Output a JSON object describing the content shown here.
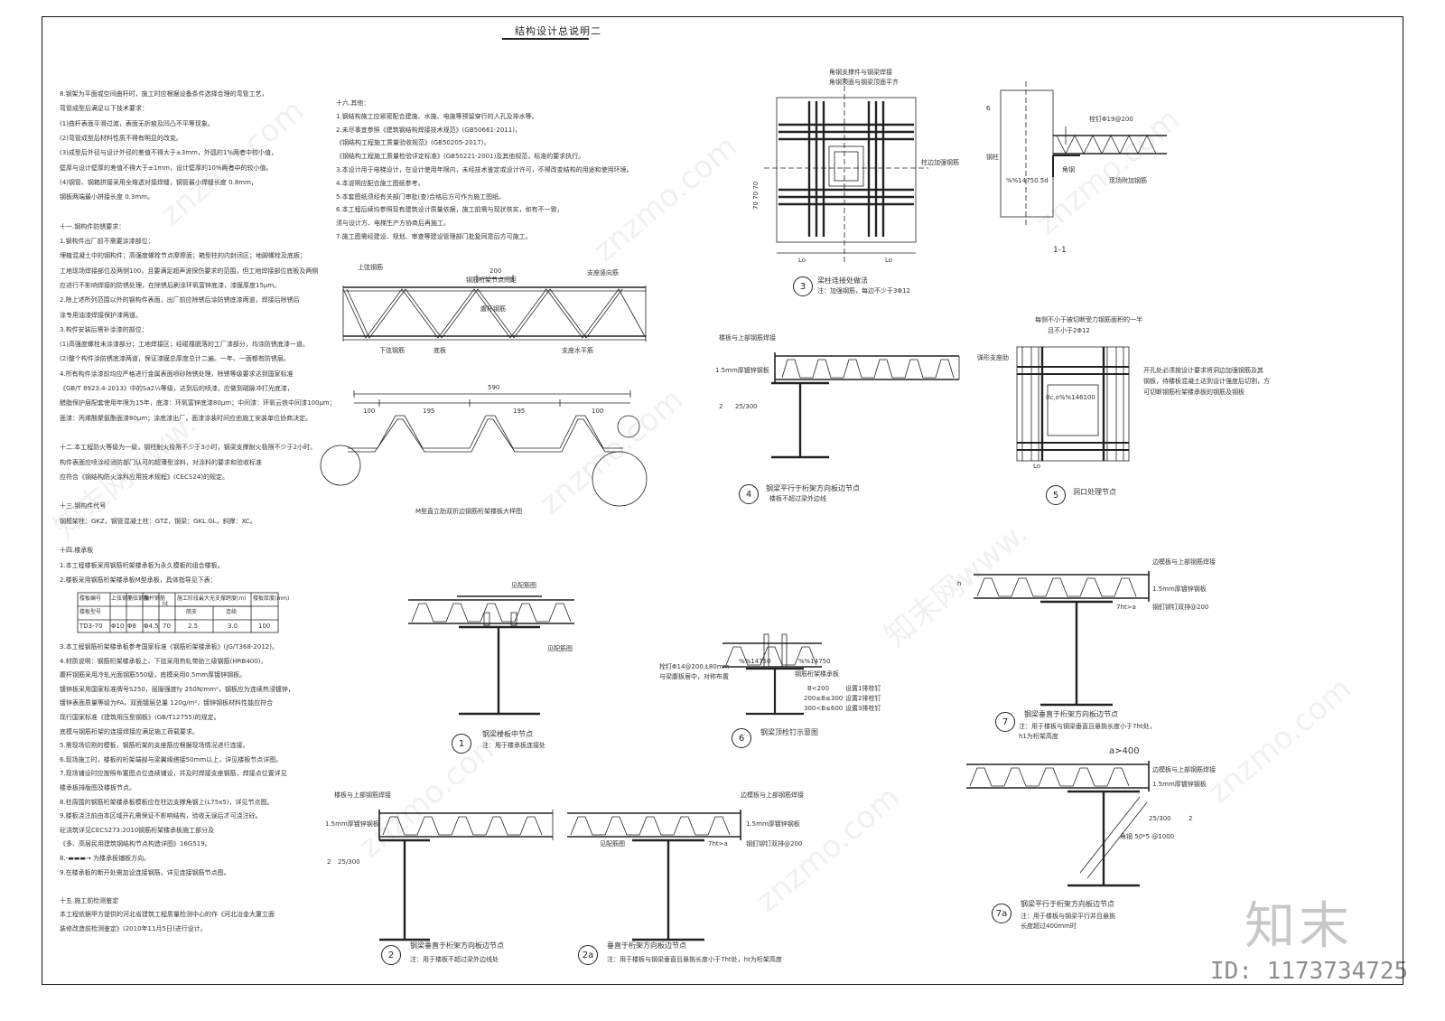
{
  "sheet": {
    "title": "结构设计总说明二",
    "brand": "知末",
    "id_label": "ID: 1173734725"
  },
  "col1": [
    "8.钢架为平面或空间曲杆时，施工时应根据设备条件选择合理的弯管工艺，",
    "弯管成型后满足以下技术要求：",
    "(1)曲杆表面平滑过渡，表面无折痕及凹凸不平等现象。",
    "(2)弯管成型后材料性质不得有明显的改变。",
    "(3)成型后外径与设计外径的差值不得大于±3mm，外弧的1%两者中较小值，",
    "    壁厚与设计壁厚的差值不得大于±1mm，设计壁厚的10%两者中的较小值。",
    "(4)钢管、钢箱拼接采用全熔透对接焊缝，钢管最小焊缝长度 0.8mm，",
    "钢板两端最小拼接长度 0.3mm。",
    "",
    "十一.钢构件防锈要求：",
    "1.钢构件出厂前不需要涂漆部位：",
    "埋植混凝土中的钢构件；高强度螺栓节点摩擦面；箱型柱的内封闭区；地脚螺栓及底板；",
    "工地现场焊接部位及两侧100，且要满足超声波探伤要求的范围，但工地焊接部位底板及两侧",
    "应进行不影响焊接的防锈处理，在除锈后刷涂环氧富锌底漆，漆膜厚度15μm。",
    "2.除上述所列范围以外的钢构件表面，出厂前应除锈后涂防锈底漆两道，焊接后除锈后",
    "涂专用油漆焊接保护漆两道。",
    "3.构件安装后需补涂漆的部位：",
    "(1)高强度螺栓未涂漆部分；工地焊接区；经碰撞脱落的工厂漆部分，均涂防锈底漆一道。",
    "(2)整个构件涂防锈底漆两道，保证漆膜总厚度总计二遍。一年、一面都有防锈层。",
    "4.所有构件涂漆前均应严格进行金属表面喷砂除锈处理，除锈等级要求达到国家标准",
    "《GB/T 8923.4-2013》中的Sa2½等级，达到后的喷漆，应做到磁脉冲打光底漆，",
    "醋脂保护层配套使用年限为15年，底漆：环氧富锌底漆80μm；中间漆：环氧云铁中间漆100μm；",
    "面漆：丙烯酸聚氨酯面漆80μm；涂底漆出厂，面漆涂装时间应由施工安装单位协商决定。",
    "",
    "十二.本工程防火等级为一级，钢柱耐火极限不少于3小时，钢梁支撑耐火极限不少于2小时，",
    "构件表面应喷涂经消防部门认可的超薄型涂料，对涂料的要求和验收标准",
    "应符合《钢结构防火涂料应用技术规程》(CECS24)的规定。",
    "",
    "十三.钢构件代号",
    "钢框架柱：GKZ，钢管混凝土柱：GTZ，钢梁：GKL.GL，斜撑：XC。",
    "",
    "十四.楼承板",
    "1.本工程楼板采用钢筋桁架楼承板为永久模板的组合楼板。",
    "2.楼板采用钢筋桁架楼承板M型承板，具体指导见下表："
  ],
  "col1b": [
    "3.本工程钢筋桁架楼承板参考国家标准《钢筋桁架楼承板》(JG/T368-2012)。",
    "4.材质说明：钢筋桁架楼承板上、下弦采用热轧带肋三级钢筋(HRB400)，",
    "  腹杆钢筋采用冷轧光面钢筋550级，底模采用0.5mm厚镀锌钢板。",
    "  镀锌板采用国家标准牌号S250，屈服强度fy 250N/mm²，钢板应为连续热浸镀锌，",
    "  镀锌表面质量等级为FA，双面镀层总量 120g/m²，镀锌钢板材料性能应符合",
    "  现行国家标准《建筑用压型钢板》(GB/T12755)的规定。",
    "  底模与钢筋桁架的连接焊接应满足施工荷载要求。",
    "5.需现场切割的模板，钢筋桁架的支座筋应根据现场情况进行连接。",
    "6.现场施工时，楼板的桁架端部与梁翼缘搭接50mm以上，详见楼板节点详图。",
    "7.现场铺设时应按照布置图点位连续铺设，并及时焊接支座钢筋，焊接点位置详见",
    "  楼承板排版图及楼板节点。",
    "8.柱周围的钢筋桁架楼承板模板应在柱边支撑角钢上(L75x5)，详见节点图。",
    "9.楼板浇注前由本区域开孔需保证不影响结构，验收无误后才可浇注砼。",
    "  砼浇筑详见CECS273:2010钢筋桁架楼承板施工部分及",
    "  《多、高层民用建筑钢结构节点构造详图》16G519。",
    "8.-▬▬▬→  为楼承板铺板方向。",
    "9.在楼承板的断开处需加设连接钢筋，详见连接钢筋节点图。",
    "",
    "十五.施工前检测鉴定",
    "  本工程依据甲方提供的河北省建筑工程质量检测中心的作《河北冶金大厦立面",
    "  装修改造前检测鉴定》(2010年11月5日)进行设计。"
  ],
  "deck_table": {
    "head1": [
      "楼板编号",
      "上弦钢筋",
      "下弦钢筋",
      "腹杆钢筋",
      "ht",
      "施工阶段最大无支撑跨度(m)",
      "",
      "楼板厚度(mm)"
    ],
    "head2": [
      "楼板型号",
      "",
      "",
      "",
      "",
      "简支",
      "连续",
      ""
    ],
    "row": [
      "TD3-70",
      "Φ10",
      "Φ8",
      "Φ4.5",
      "70",
      "2.5",
      "3.0",
      "100"
    ]
  },
  "col2": [
    "十六.其他：",
    "1.钢结构施工应紧密配合建施、水施、电施等预留穿行的人孔及排水等。",
    "2.未尽事宜参照《建筑钢结构焊接技术规范》(GB50661-2011)，",
    "  《钢结构工程施工质量验收规范》(GB50205-2017)，",
    "  《钢结构工程施工质量检验评定标准》(GB50221-2001)及其他规范，标准的要求执行。",
    "3.本设计用于电梯设计，在设计使用年限内，未经技术鉴定或设计许可，不得改变结构的用途和使用环境。",
    "4.本说明应配合施工图纸参考。",
    "5.本套图纸须经有关部门审批(查)合格后方可作为施工图纸。",
    "6.本工程后续均参照现有建筑设计质量依据，施工前需与现状核实，如有不一致，",
    "  须与设计方、电梯生产方协商后再施工。",
    "7.施工图需经建设、规划、审查等建设管理部门批复同意后方可施工。"
  ],
  "truss": {
    "top_bar": "上弦钢筋",
    "spacing": "200",
    "node_note": "钢筋桁架节点间距",
    "seat_bar": "支座竖向筋",
    "web_bar": "腹杆钢筋",
    "bottom_bar": "下弦钢筋",
    "flute": "底板",
    "seat_h": "支座水平筋",
    "total_w": "590",
    "dims": [
      "100",
      "195",
      "195",
      "100"
    ],
    "caption": "M型直立肋双折边钢筋桁架楼板大样图"
  },
  "d3": {
    "n": "3",
    "top1": "角钢支撑件与钢梁焊接",
    "top2": "角钢顶面与钢梁顶面平齐",
    "side": "柱边加强钢筋",
    "lo1": "Lo",
    "lo2": "Lo",
    "dims": "70 70 70",
    "title": "梁柱连接处做法",
    "note": "注：加强钢筋，每边不少于3Φ12"
  },
  "d11": {
    "n": "1-1",
    "six": "6",
    "stud": "栓钉Φ19@200",
    "col": "钢柱",
    "ang": "角钢",
    "add": "现场附加钢筋",
    "pct": "%%14750.5d"
  },
  "d4": {
    "n": "4",
    "top": "楼板与上部钢筋焊接",
    "plate": "1.5mm厚镀锌钢板",
    "weld": "2",
    "weld2": "25/300",
    "title": "钢梁平行于桁架方向板边节点",
    "note": "楼板不超过梁外边线"
  },
  "d5": {
    "n": "5",
    "t1": "每侧不小于被切断受力钢筋面积的一半",
    "t2": "且不小于2Φ12",
    "left": "弹形支座肋",
    "mid": "0c,o%%146100",
    "r1": "开孔处必须按设计要求将洞边加强钢筋及其",
    "r2": "钢板，待楼板混凝土达到设计强度后切割，方",
    "r3": "可切断钢筋桁架楼承板的钢筋及钢板",
    "lo": "Lo",
    "title": "洞口处理节点"
  },
  "d1": {
    "n": "1",
    "tag1": "见配筋图",
    "tag2": "见配筋图",
    "title": "钢梁楼板中节点",
    "note": "注：用于楼承板连接处"
  },
  "d6": {
    "n": "6",
    "stud": "栓钉Φ14@200,Ł80mm",
    "stud2": "与梁腹板居中，对称布置",
    "p1": "%%14750",
    "p2": "%%14750",
    "deck": "钢筋桁架楼承板",
    "b1": "B<200",
    "b1v": "设置1排栓钉",
    "b2": "200≤B≤300",
    "b2v": "设置2排栓钉",
    "b3": "300<B≤600",
    "b3v": "设置3排栓钉",
    "title": "钢梁顶栓钉示意图"
  },
  "d7": {
    "n": "7",
    "top": "边模板与上部钢筋焊接",
    "plate": "1.5mm厚镀锌钢板",
    "h": "h",
    "dim": "7ht>a",
    "nail": "钢釘铆钉双排@200",
    "title": "钢梁垂直于桁架方向板边节点",
    "note": "注：用于楼板与钢梁垂直且悬挑长度小于7ht处，",
    "note2": "h1为桁架高度"
  },
  "d7a": {
    "n": "7a",
    "dim": "a>400",
    "top": "边模板与上部钢筋焊接",
    "plate": "1.5mm厚镀锌钢板",
    "weld": "25/300",
    "weld2": "2",
    "ang": "角钢 50*5 @1000",
    "title": "钢梁平行于桁架方向板边节点",
    "note": "注：用于楼板与钢梁平行并且悬挑",
    "note2": "长度超过400mm时"
  },
  "d2": {
    "n": "2",
    "top": "楼板与上部钢筋焊接",
    "plate": "1.5mm厚镀锌钢板",
    "weld": "2",
    "weld2": "25/300",
    "title": "钢梁垂直于桁架方向板边节点",
    "note": "注：用于楼板不超过梁外边线处"
  },
  "d2a": {
    "n": "2a",
    "top": "边模板与上部钢筋焊接",
    "plate": "1.5mm厚镀锌钢板",
    "tag": "见配筋图",
    "dim": "7ht>a",
    "nail": "钢釘铆钉双排@200",
    "title": "垂直于桁架方向板边节点",
    "note": "注：用于楼板与钢梁垂直且悬挑长度小于7ht处，ht为桁架高度"
  },
  "watermark": "znzmo.com",
  "watermark_cn": "知末网www."
}
